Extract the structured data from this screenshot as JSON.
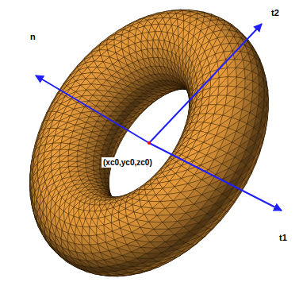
{
  "diagram": {
    "labels": [
      "n",
      "t2",
      "(xc0,yc0,zc0)",
      "t1"
    ]
  }
}
